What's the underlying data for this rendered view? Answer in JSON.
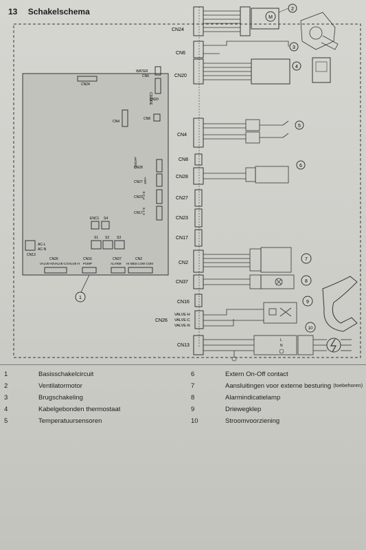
{
  "section": {
    "number": "13",
    "title": "Schakelschema"
  },
  "board": {
    "labels": {
      "cn24": "CN24",
      "water": "WATER",
      "cn6": "CN6",
      "cdaire": "CDAIRE",
      "cn20": "CN20",
      "cn4": "CN4",
      "cn8": "CN8",
      "cn28": "CN28",
      "cn27": "CN27",
      "cn23": "CN23",
      "cn17": "CN17",
      "onoff": "ON/OFF",
      "v10": "10V+",
      "poe": "P O E",
      "xye": "X Y E",
      "enc1": "ENC1",
      "s4": "S4",
      "s1": "S1",
      "s2": "S2",
      "s3": "S3",
      "acl": "AC-L",
      "acn": "AC-N",
      "cn13": "CN13",
      "cn26": "CN26",
      "cn16": "CN16",
      "cn37": "CN37",
      "cn2": "CN2",
      "valves": "VALVE-N/VALVE-C/VALVE-H",
      "pump": "PUMP",
      "alarm": "ALARM",
      "speeds": "HI MED LOW COM"
    }
  },
  "connectors": {
    "cn24": "CN24",
    "cn6": "CN6",
    "cn20": "CN20",
    "cn4": "CN4",
    "cn8": "CN8",
    "cn28": "CN28",
    "cn27": "CN27",
    "cn23": "CN23",
    "cn17": "CN17",
    "cn2": "CN2",
    "cn37": "CN37",
    "cn16": "CN16",
    "cn26": "CN26",
    "cn13": "CN13",
    "valve_h": "VALVE-H",
    "valve_c": "VALVE-C",
    "valve_n": "VALVE-N",
    "l": "L",
    "n": "N"
  },
  "callouts": [
    "1",
    "2",
    "3",
    "4",
    "5",
    "6",
    "7",
    "8",
    "9",
    "10"
  ],
  "legend": [
    {
      "num": "1",
      "text": "Basisschakelcircuit"
    },
    {
      "num": "2",
      "text": "Ventilatormotor"
    },
    {
      "num": "3",
      "text": "Brugschakeling"
    },
    {
      "num": "4",
      "text": "Kabelgebonden thermostaat"
    },
    {
      "num": "5",
      "text": "Temperatuursensoren"
    },
    {
      "num": "6",
      "text": "Extern On-Off contact"
    },
    {
      "num": "7",
      "text": "Aansluitingen voor externe besturing",
      "note": "(toebehoren)"
    },
    {
      "num": "8",
      "text": "Alarmindicatielamp"
    },
    {
      "num": "9",
      "text": "Driewegklep"
    },
    {
      "num": "10",
      "text": "Stroomvoorziening"
    }
  ],
  "colors": {
    "paper": "#d2d2cd",
    "ink": "#1d1d1d",
    "board": "#bdbdb8"
  }
}
